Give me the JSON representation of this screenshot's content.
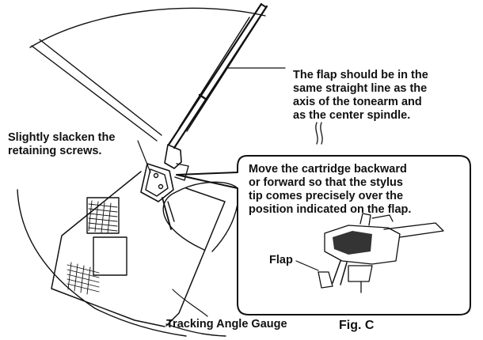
{
  "labels": {
    "flap_line": [
      "The flap should be in the",
      "same straight line as the",
      "axis of the tonearm and",
      "as the center spindle."
    ],
    "slacken": [
      "Slightly slacken the",
      "retaining screws."
    ],
    "move_cartridge": [
      "Move the cartridge backward",
      "or forward so that the stylus",
      "tip comes precisely over the",
      "position indicated on the flap."
    ],
    "flap": "Flap",
    "gauge": "Tracking Angle Gauge",
    "figure": "Fig. C"
  },
  "colors": {
    "ink": "#111111",
    "background": "#ffffff"
  }
}
